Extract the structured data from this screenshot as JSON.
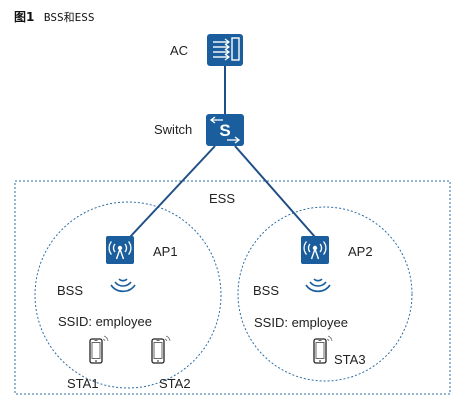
{
  "caption": {
    "figure": "图1",
    "title": "BSS和ESS"
  },
  "nodes": {
    "ac": "AC",
    "switch": "Switch",
    "ess": "ESS",
    "ap1": "AP1",
    "ap2": "AP2",
    "bss1": "BSS",
    "bss2": "BSS",
    "ssid1": "SSID: employee",
    "ssid2": "SSID: employee",
    "sta1": "STA1",
    "sta2": "STA2",
    "sta3": "STA3"
  },
  "icons": {
    "ac": "access-controller-icon",
    "switch": "switch-icon",
    "ap": "access-point-icon",
    "wifi": "wifi-signal-icon",
    "phone": "phone-icon"
  },
  "colors": {
    "device_blue": "#1a5e9e",
    "link_blue": "#1f4f86",
    "dotted_border": "#2e6da4"
  }
}
